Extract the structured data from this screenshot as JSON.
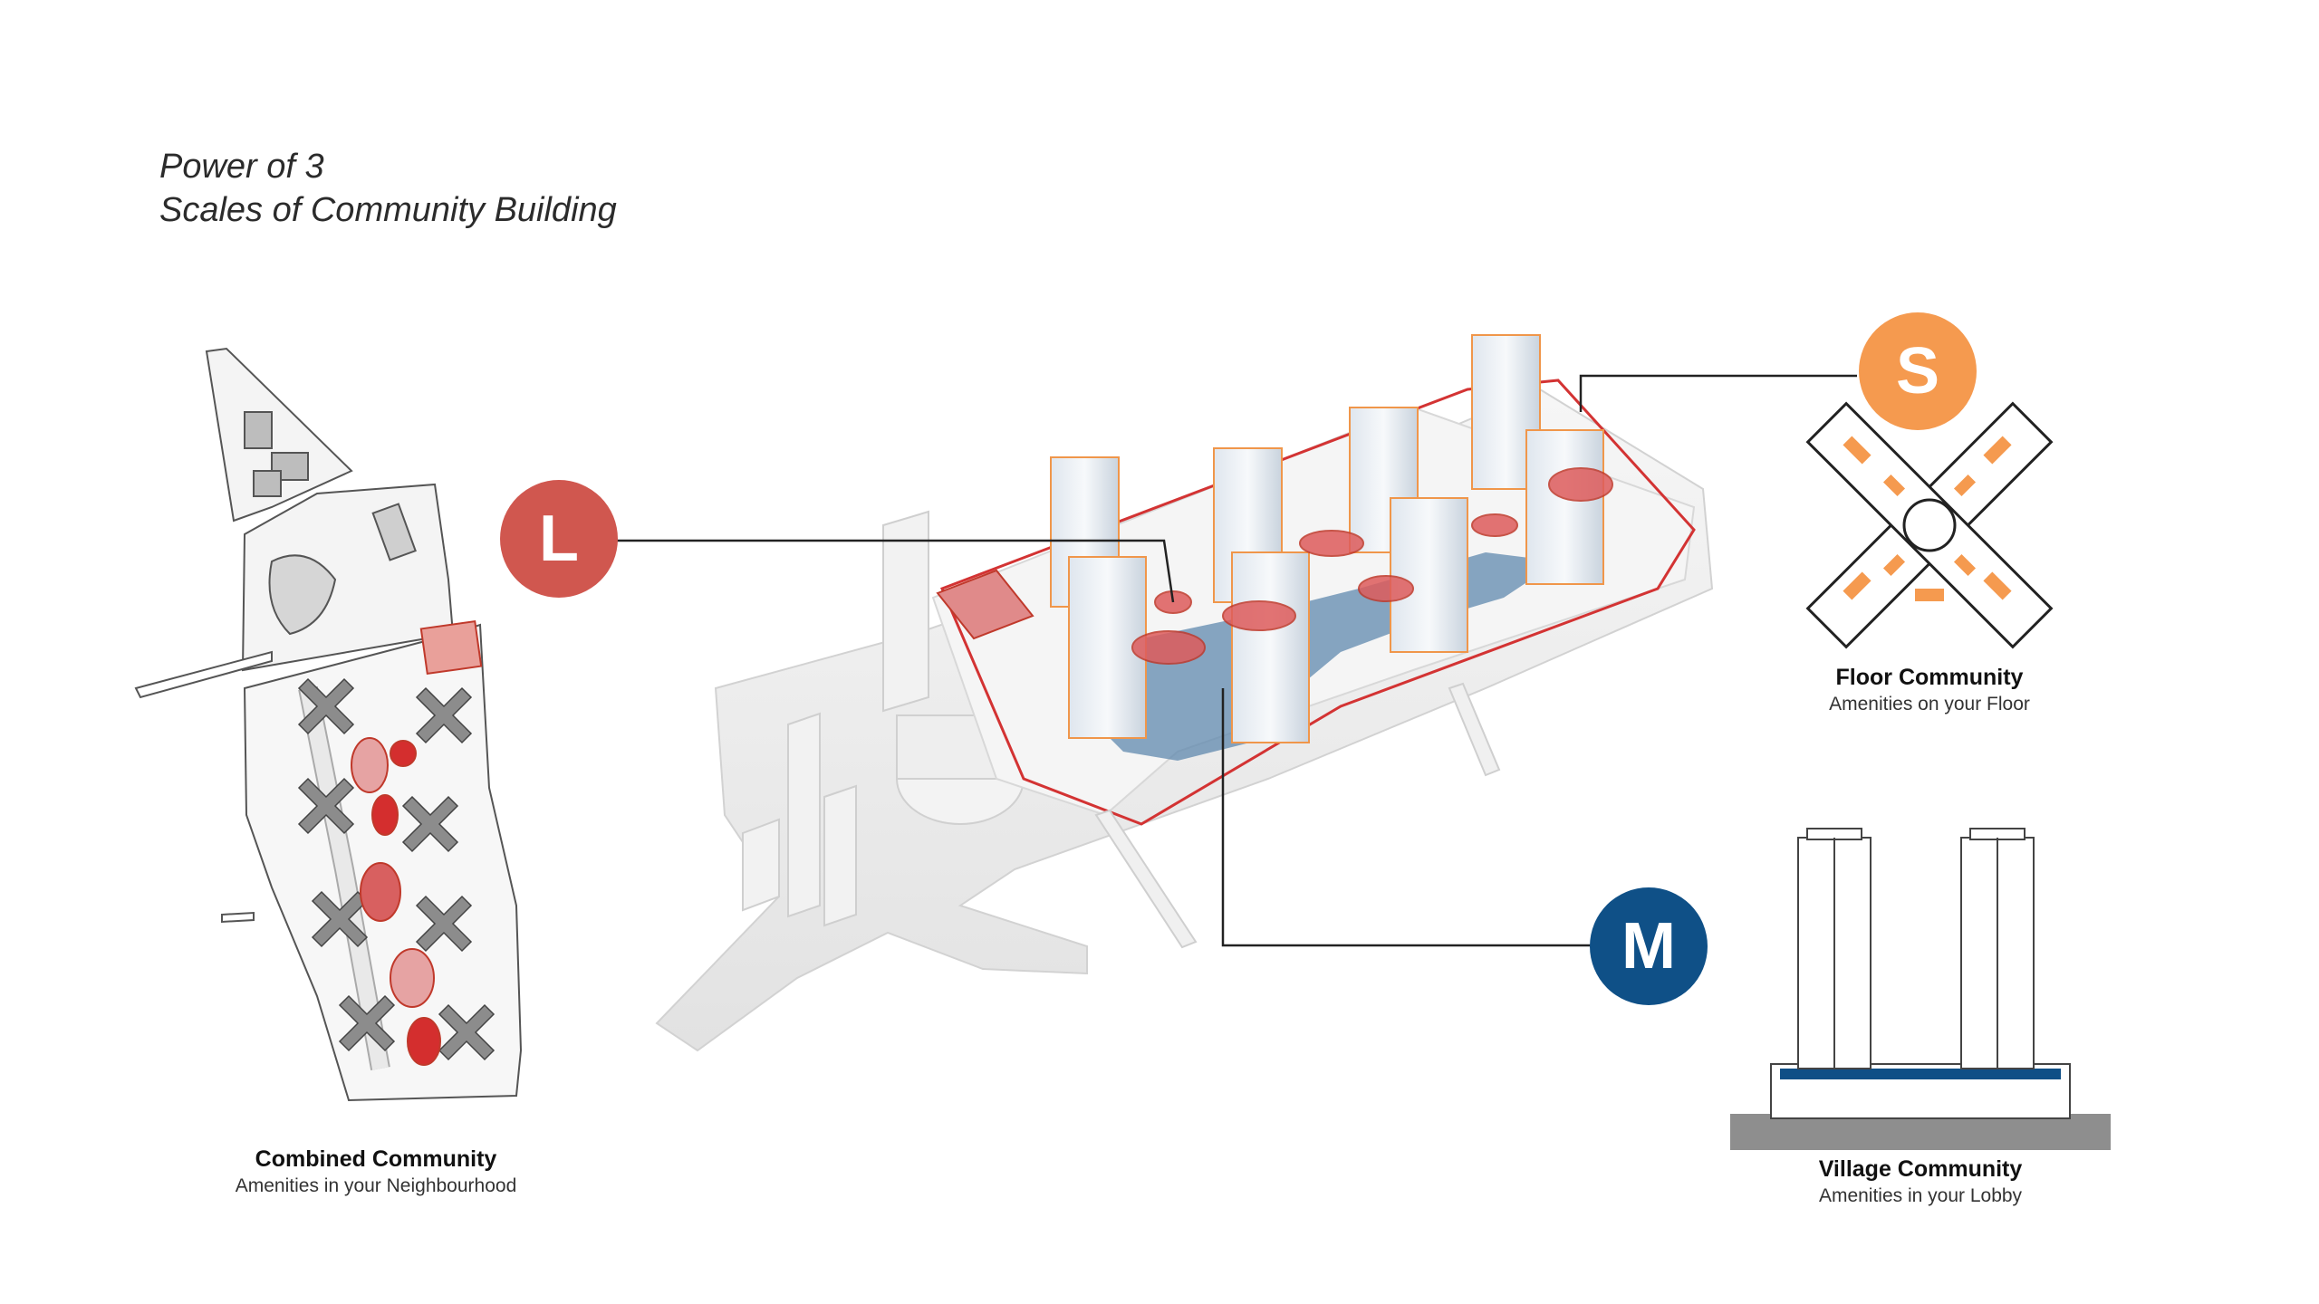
{
  "title": {
    "line1": "Power of 3",
    "line2": "Scales of Community Building"
  },
  "badges": {
    "large": "L",
    "medium": "M",
    "small": "S"
  },
  "captions": {
    "combined": {
      "title": "Combined Community",
      "subtitle": "Amenities in your Neighbourhood"
    },
    "floor": {
      "title": "Floor Community",
      "subtitle": "Amenities on your Floor"
    },
    "village": {
      "title": "Village Community",
      "subtitle": "Amenities in your Lobby"
    }
  },
  "colors": {
    "large": "#d0574f",
    "medium": "#0f5087",
    "small": "#f59a4f",
    "highlight_red": "#d63a3a",
    "water_blue": "#5a86ad",
    "massing": "#ededed"
  }
}
